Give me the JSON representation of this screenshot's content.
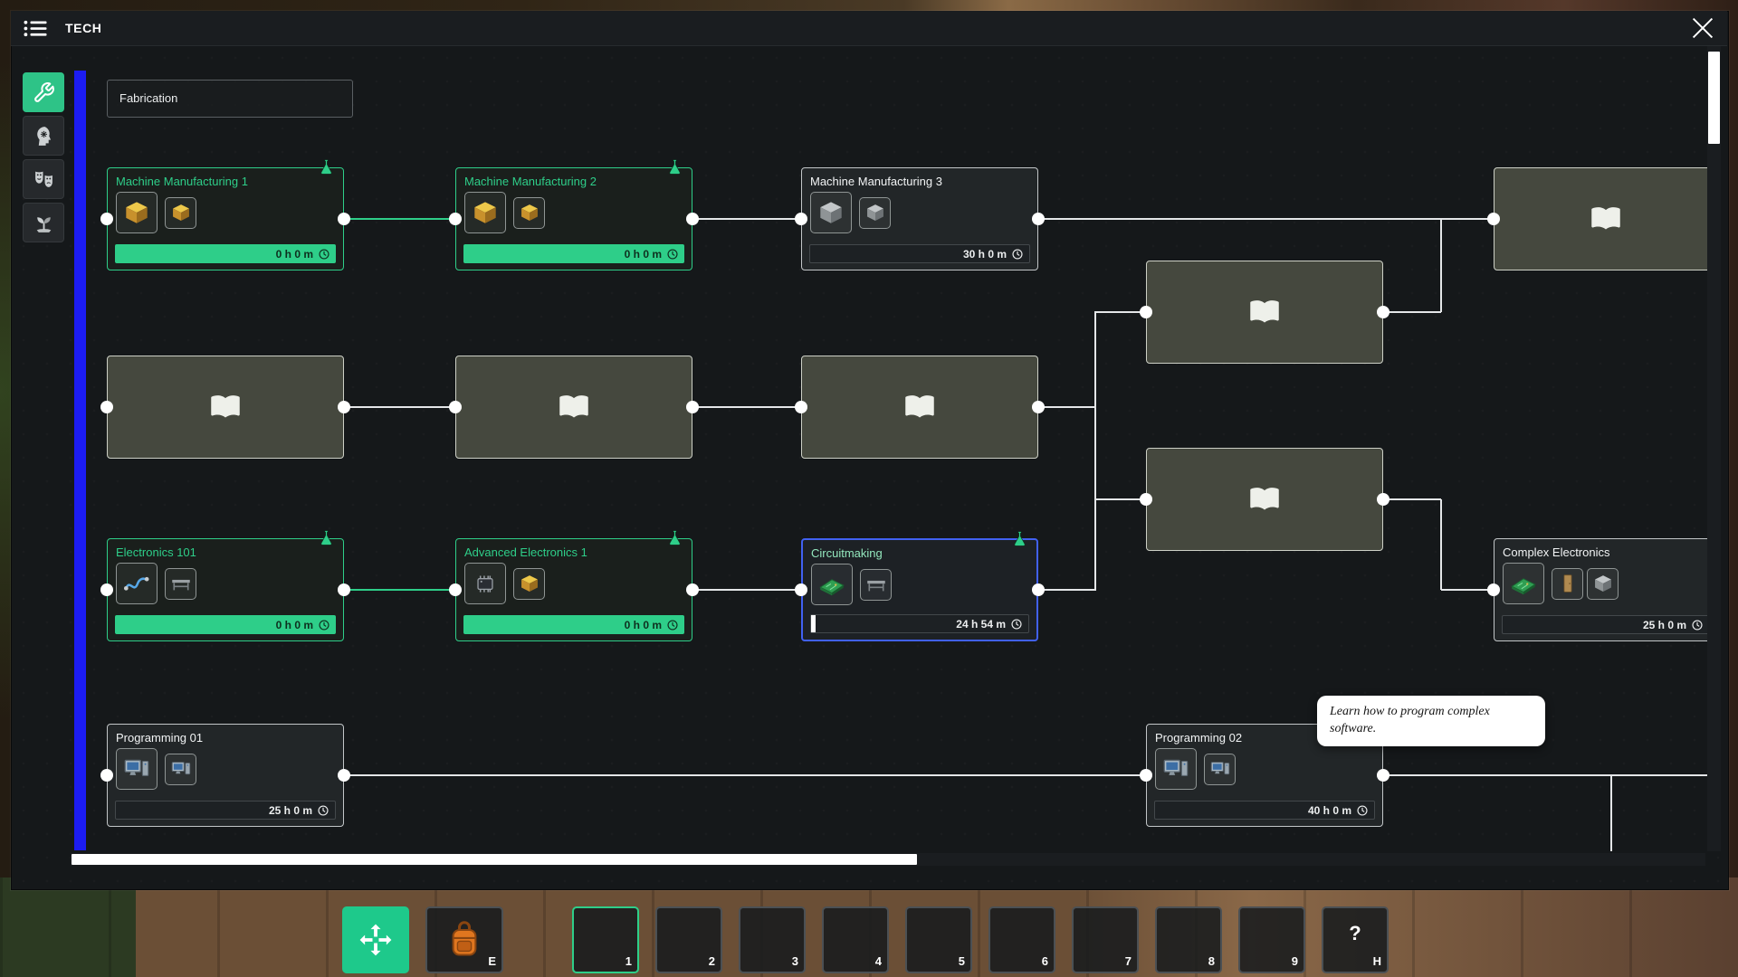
{
  "window": {
    "title": "TECH"
  },
  "sidebar": {
    "tabs": [
      {
        "name": "fabrication",
        "icon": "wrench-icon",
        "active": true
      },
      {
        "name": "mind",
        "icon": "head-gear-icon",
        "active": false
      },
      {
        "name": "social",
        "icon": "theater-masks-icon",
        "active": false
      },
      {
        "name": "agriculture",
        "icon": "sprout-icon",
        "active": false
      }
    ]
  },
  "tree": {
    "category": "Fabrication",
    "nodes": {
      "mm1": {
        "title": "Machine Manufacturing 1",
        "time": "0 h 0 m",
        "state": "researched"
      },
      "mm2": {
        "title": "Machine Manufacturing 2",
        "time": "0 h 0 m",
        "state": "researched"
      },
      "mm3": {
        "title": "Machine Manufacturing 3",
        "time": "30 h 0 m",
        "state": "available"
      },
      "e101": {
        "title": "Electronics 101",
        "time": "0 h 0 m",
        "state": "researched"
      },
      "ae1": {
        "title": "Advanced Electronics 1",
        "time": "0 h 0 m",
        "state": "researched"
      },
      "circuit": {
        "title": "Circuitmaking",
        "time": "24 h 54 m",
        "state": "selected"
      },
      "complex": {
        "title": "Complex Electronics",
        "time": "25 h 0 m",
        "state": "available"
      },
      "prog1": {
        "title": "Programming 01",
        "time": "25 h 0 m",
        "state": "available"
      },
      "prog2": {
        "title": "Programming 02",
        "time": "40 h 0 m",
        "state": "available"
      },
      "hidden": {
        "state": "unknown",
        "count": 6
      }
    }
  },
  "tooltip": {
    "text": "Learn how to program complex software."
  },
  "hotbar": {
    "slots": [
      "1",
      "2",
      "3",
      "4",
      "5",
      "6",
      "7",
      "8",
      "9"
    ],
    "selected_slot": "1",
    "inventory_key": "E",
    "help_label": "?",
    "help_key": "H"
  },
  "colors": {
    "accent_green": "#2ece89",
    "selected_blue": "#4161f2",
    "queue_bar_blue": "#1c1cf2",
    "scroll_thumb": "#ffffff",
    "tooltip_bg": "#ffffff"
  }
}
